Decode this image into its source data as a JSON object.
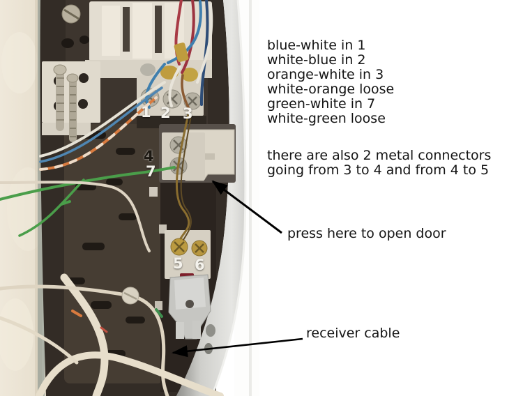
{
  "annotations": {
    "wiring_list": [
      "blue-white in 1",
      "white-blue in 2",
      "orange-white in 3",
      "white-orange loose",
      "green-white in 7",
      "white-green loose"
    ],
    "connectors_note": [
      "there are also 2 metal connectors",
      "going from 3 to 4 and from 4 to 5"
    ],
    "press_label": "press here to open door",
    "receiver_label": "receiver cable"
  },
  "photo": {
    "description_icons": {
      "telephone-internals-photo": "opened telephone wall unit with terminal blocks and wires"
    },
    "terminal_labels": {
      "t1": "1",
      "t2": "2",
      "t3": "3",
      "t4": "4",
      "t7": "7",
      "t5": "5",
      "t6": "6"
    }
  },
  "colors": {
    "background": "#ffffff",
    "annotation_text": "#141414",
    "arrow": "#000000",
    "wall": "#e9e1d2",
    "phone_body": "#332c26",
    "plastic_white": "#dcd6c8",
    "wire_blue": "#3f7fae",
    "wire_orange": "#d97b3f",
    "wire_green": "#4a9e4a",
    "wire_red": "#a83a44",
    "cable_cream": "#e7decb"
  }
}
